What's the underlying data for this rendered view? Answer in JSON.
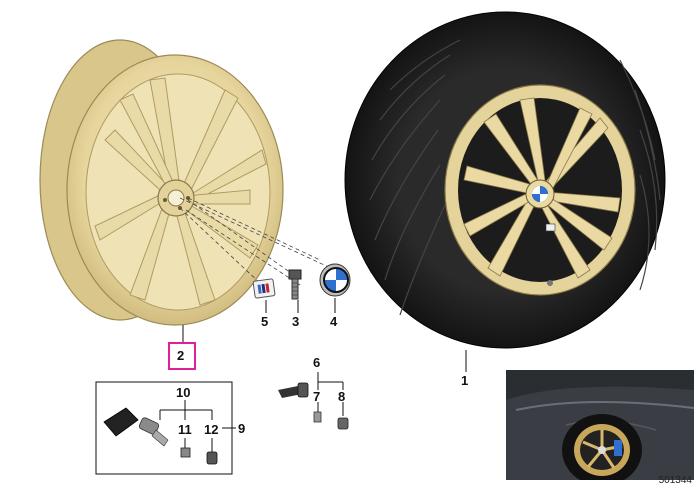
{
  "labels": {
    "l1": "1",
    "l2": "2",
    "l3": "3",
    "l4": "4",
    "l5": "5",
    "l6": "6",
    "l7": "7",
    "l8": "8",
    "l9": "9",
    "l10": "10",
    "l11": "11",
    "l12": "12"
  },
  "highlight_color": "#e0219a",
  "rim_color": "#e8d9a2",
  "tyre_color": "#1a1a1a",
  "diagram_ref": "501344"
}
